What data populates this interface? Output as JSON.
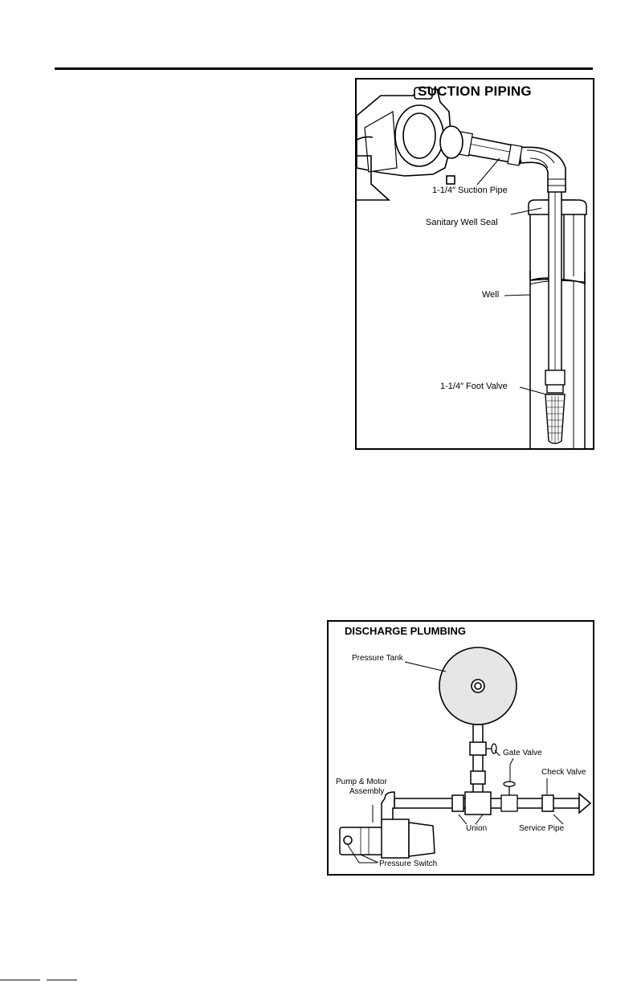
{
  "suction_figure": {
    "title": "SUCTION PIPING",
    "labels": {
      "suction_pipe": "1-1/4″ Suction Pipe",
      "well_seal": "Sanitary Well Seal",
      "well": "Well",
      "foot_valve": "1-1/4″ Foot Valve"
    }
  },
  "discharge_figure": {
    "title": "DISCHARGE PLUMBING",
    "labels": {
      "pressure_tank": "Pressure Tank",
      "gate_valve": "Gate Valve",
      "check_valve": "Check Valve",
      "pump_motor_line1": "Pump & Motor",
      "pump_motor_line2": "Assembly",
      "union": "Union",
      "service_pipe": "Service Pipe",
      "pressure_switch": "Pressure Switch"
    }
  }
}
